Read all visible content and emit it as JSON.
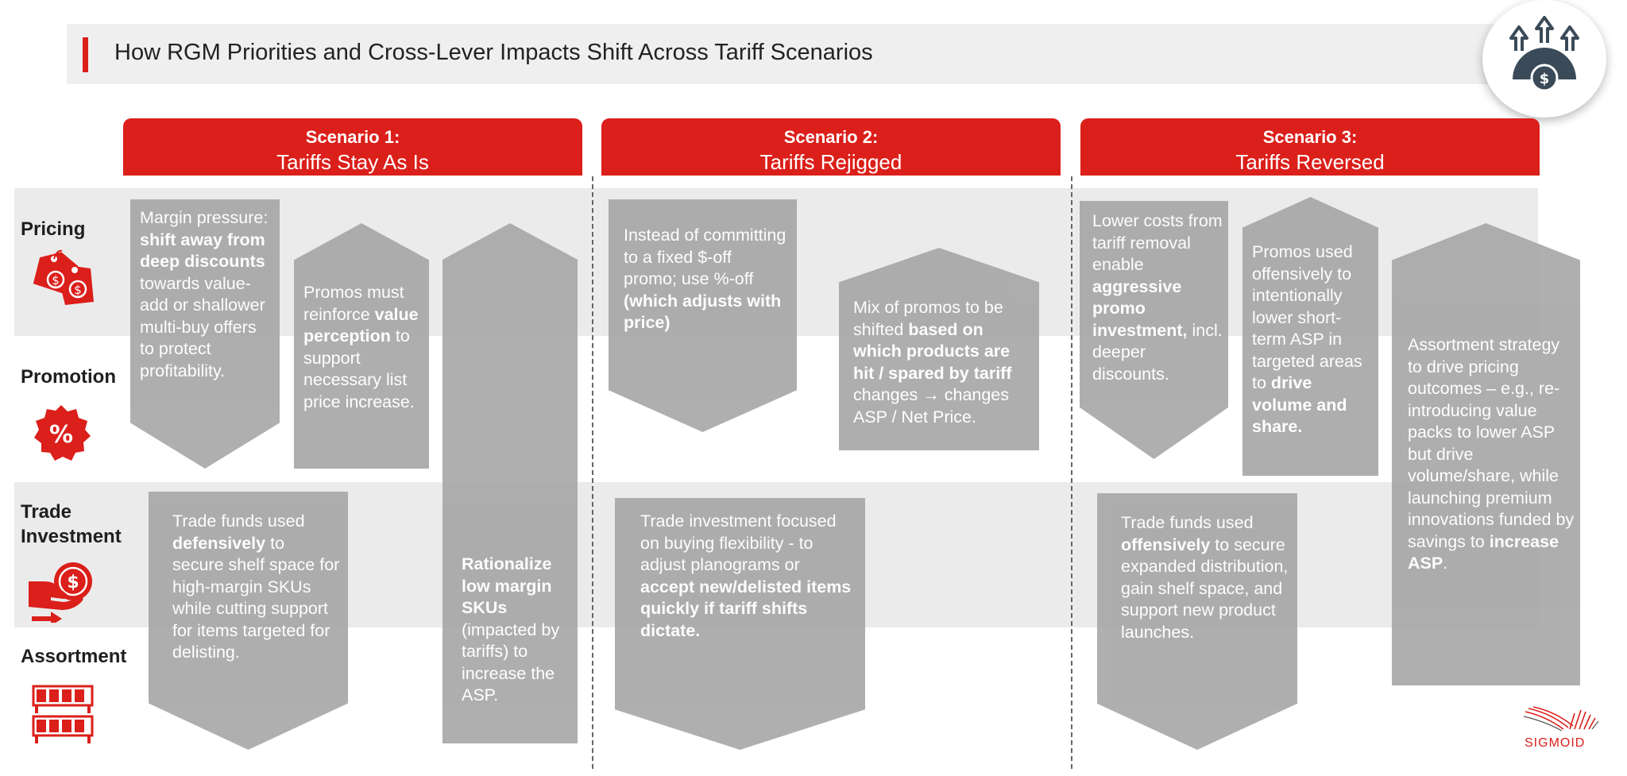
{
  "title": "How RGM Priorities and Cross-Lever Impacts Shift Across Tariff Scenarios",
  "scenarios": [
    {
      "number": "Scenario 1:",
      "name": "Tariffs Stay As Is"
    },
    {
      "number": "Scenario 2:",
      "name": "Tariffs Rejigged"
    },
    {
      "number": "Scenario 3:",
      "name": "Tariffs Reversed"
    }
  ],
  "levers": [
    "Pricing",
    "Promotion",
    "Trade Investment",
    "Assortment"
  ],
  "icons": [
    "price-tags-icon",
    "percent-badge-icon",
    "coin-hand-icon",
    "shelves-icon",
    "gear-up-arrows-icon",
    "sigmoid-logo-icon"
  ],
  "colors": {
    "accent": "#db1f1a",
    "box": "#a6a6a6",
    "band": "#ebebeb"
  },
  "boxes": {
    "s1_margin": [
      "Margin pressure: ",
      "shift away from deep discounts",
      " towards value-add or shallower multi-buy offers to protect profitability."
    ],
    "s1_promos": [
      "Promos must reinforce ",
      "value perception",
      " to support necessary list price increase."
    ],
    "s1_trade": [
      "Trade funds used ",
      "defensively",
      " to secure shelf space for high-margin SKUs while cutting support for items targeted for delisting."
    ],
    "s1_rationalize": [
      "Rationalize low margin SKUs",
      " (impacted by tariffs) to increase the ASP."
    ],
    "s2_instead": [
      "Instead of committing to a fixed $-off promo; use %-off ",
      "(which adjusts with price)"
    ],
    "s2_mix": [
      "Mix of promos to be shifted ",
      "based on which products are hit / spared by tariff",
      " changes → changes ASP / Net Price."
    ],
    "s2_trade": [
      "Trade investment focused on buying flexibility - to adjust planograms or ",
      "accept new/delisted items quickly if tariff shifts dictate."
    ],
    "s3_lower": [
      "Lower costs from tariff removal enable ",
      "aggressive promo investment,",
      " incl. deeper discounts."
    ],
    "s3_promos": [
      "Promos used offensively to intentionally lower short-term ASP in targeted areas to ",
      "drive volume and share."
    ],
    "s3_assort": [
      "Assortment strategy to drive pricing outcomes – e.g., re-introducing value packs to lower ASP but drive volume/share, while launching premium innovations funded by savings to ",
      "increase ASP",
      "."
    ],
    "s3_trade": [
      "Trade funds used ",
      "offensively",
      " to secure expanded distribution, gain shelf space, and support new product launches."
    ]
  },
  "brand": "SIGMOID"
}
